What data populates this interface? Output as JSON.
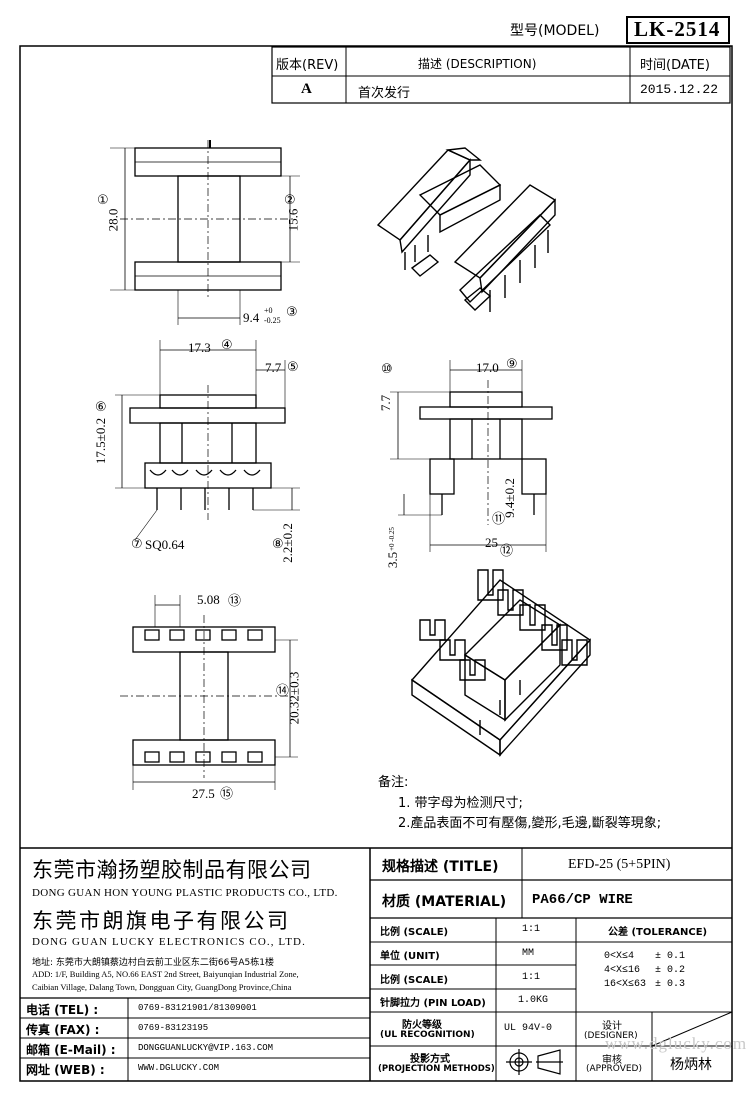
{
  "header": {
    "model_label": "型号(MODEL)",
    "model_value": "LK-2514",
    "rev_header": "版本(REV)",
    "desc_header": "描述 (DESCRIPTION)",
    "date_header": "时间(DATE)",
    "rev_value": "A",
    "desc_value": "首次发行",
    "date_value": "2015.12.22"
  },
  "drawing": {
    "top_view": {
      "dim_height": "28.0",
      "dim_inner": "15.6",
      "dim_width": "9.4",
      "tol_plus": "+0",
      "tol_minus": "-0.25",
      "mark_a": "①",
      "mark_b": "②",
      "mark_c": "③"
    },
    "front_view": {
      "dim_top": "17.3",
      "dim_side": "7.7",
      "dim_height": "17.5±0.2",
      "dim_pin_len": "2.2±0.2",
      "pin_label": "SQ0.64",
      "mark_d": "④",
      "mark_e": "⑤",
      "mark_f": "⑥",
      "mark_g": "⑦",
      "mark_h": "⑧"
    },
    "side_view": {
      "dim_top": "17.0",
      "dim_left": "7.7",
      "dim_center": "9.4±0.2",
      "dim_width": "25",
      "dim_bottom": "3.5",
      "tol": "+0 -0.25",
      "mark_i": "⑨",
      "mark_j": "⑩",
      "mark_k": "⑪",
      "mark_l": "⑫"
    },
    "bottom_view": {
      "dim_pitch": "5.08",
      "dim_span": "20.32±0.3",
      "dim_width": "27.5",
      "mark_m": "⑬",
      "mark_n": "⑭",
      "mark_o": "⑮"
    }
  },
  "notes": {
    "title": "备注:",
    "items": [
      "1. 带字母为检测尺寸;",
      "2.產品表面不可有壓傷,變形,毛邊,斷裂等現象;"
    ]
  },
  "company": {
    "name_cn_1": "东莞市瀚扬塑胶制品有限公司",
    "name_en_1": "DONG GUAN HON YOUNG PLASTIC PRODUCTS CO., LTD.",
    "name_cn_2": "东莞市朗旗电子有限公司",
    "name_en_2": "DONG GUAN LUCKY ELECTRONICS CO., LTD.",
    "address_cn": "地址: 东莞市大朗镇蔡边村白云前工业区东二街66号A5栋1楼",
    "address_en_1": "ADD: 1/F, Building A5, NO.66 EAST 2nd Street, Baiyunqian Industrial Zone,",
    "address_en_2": "Caibian Village, Dalang Town, Dongguan City, GuangDong Province,China"
  },
  "contact": [
    {
      "label": "电话 (TEL) :",
      "value": "0769-83121901/81309001"
    },
    {
      "label": "传真 (FAX) :",
      "value": "0769-83123195"
    },
    {
      "label": "邮箱 (E-Mail) :",
      "value": "DONGGUANLUCKY@VIP.163.COM"
    },
    {
      "label": "网址 (WEB) :",
      "value": "WWW.DGLUCKY.COM"
    }
  ],
  "spec": {
    "title_label": "规格描述 (TITLE)",
    "title_value": "EFD-25 (5+5PIN)",
    "material_label": "材质 (MATERIAL)",
    "material_value": "PA66/CP WIRE",
    "scale_label_1": "比例 (SCALE)",
    "scale_value_1": "1:1",
    "tolerance_label": "公差 (TOLERANCE)",
    "unit_label": "单位 (UNIT)",
    "unit_value": "MM",
    "tol_rows": [
      {
        "range": "0<X≤4",
        "value": "± 0.1"
      },
      {
        "range": "4<X≤16",
        "value": "± 0.2"
      },
      {
        "range": "16<X≤63",
        "value": "± 0.3"
      }
    ],
    "scale_label_2": "比例 (SCALE)",
    "scale_value_2": "1:1",
    "pin_load_label": "针脚拉力 (PIN LOAD)",
    "pin_load_value": "1.0KG",
    "designer_label": "设计",
    "designer_label_en": "(DESIGNER)",
    "fire_label": "防火等级",
    "fire_label_en": "(UL RECOGNITION)",
    "fire_value": "UL 94V-0",
    "approved_label": "审核",
    "approved_label_en": "(APPROVED)",
    "approved_value": "杨炳林",
    "projection_label": "投影方式",
    "projection_label_en": "(PROJECTION METHODS)"
  },
  "watermark": "www.dglucky.com"
}
